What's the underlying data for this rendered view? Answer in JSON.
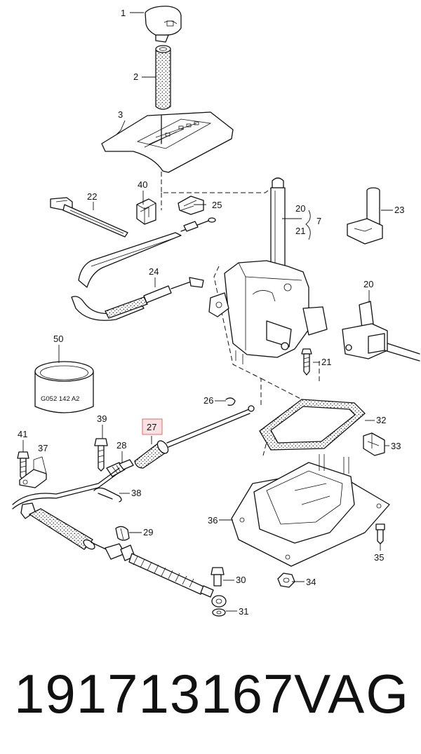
{
  "diagram": {
    "callouts": {
      "c1": "1",
      "c2": "2",
      "c3": "3",
      "c40": "40",
      "c22": "22",
      "c25": "25",
      "c20a": "20",
      "c21a": "21",
      "c7": "7",
      "c23": "23",
      "c24": "24",
      "c20b": "20",
      "c50": "50",
      "c21b": "21",
      "c26": "26",
      "c32": "32",
      "c39": "39",
      "c27": "27",
      "c41": "41",
      "c37": "37",
      "c28": "28",
      "c33": "33",
      "c38": "38",
      "c36": "36",
      "c29": "29",
      "c35": "35",
      "c30": "30",
      "c34": "34",
      "c31": "31"
    },
    "ring_marking": "G052 142 A2",
    "highlighted_callout": "27",
    "highlight_color": "#fbe1e1",
    "highlight_border": "#e06a6a"
  },
  "footer": {
    "part_number": "191713167",
    "brand": "VAG"
  }
}
